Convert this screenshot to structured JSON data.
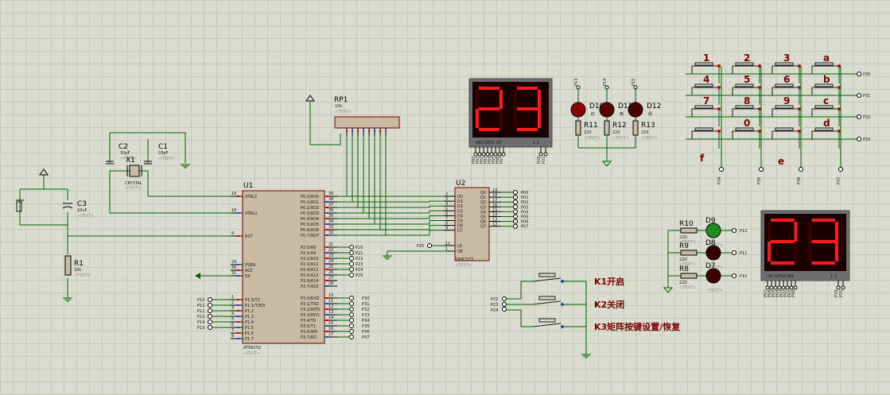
{
  "components": {
    "u1": {
      "ref": "U1",
      "part": "AT89C52",
      "text": "<TEXT>",
      "left_pins": [
        {
          "num": "19",
          "name": "XTAL1"
        },
        {
          "num": "18",
          "name": "XTAL2"
        },
        {
          "num": "9",
          "name": "RST"
        },
        {
          "num": "29",
          "name": "PSEN"
        },
        {
          "num": "30",
          "name": "ALE"
        },
        {
          "num": "31",
          "name": "EA"
        },
        {
          "num": "1",
          "name": "P1.0/T2"
        },
        {
          "num": "2",
          "name": "P1.1/T2EX"
        },
        {
          "num": "3",
          "name": "P1.2"
        },
        {
          "num": "4",
          "name": "P1.3"
        },
        {
          "num": "5",
          "name": "P1.4"
        },
        {
          "num": "6",
          "name": "P1.5"
        },
        {
          "num": "7",
          "name": "P1.6"
        },
        {
          "num": "8",
          "name": "P1.7"
        }
      ],
      "right_pins": [
        {
          "num": "39",
          "name": "P0.0/AD0"
        },
        {
          "num": "38",
          "name": "P0.1/AD1"
        },
        {
          "num": "37",
          "name": "P0.2/AD2"
        },
        {
          "num": "36",
          "name": "P0.3/AD3"
        },
        {
          "num": "35",
          "name": "P0.4/AD4"
        },
        {
          "num": "34",
          "name": "P0.5/AD5"
        },
        {
          "num": "33",
          "name": "P0.6/AD6"
        },
        {
          "num": "32",
          "name": "P0.7/AD7"
        },
        {
          "num": "21",
          "name": "P2.0/A8"
        },
        {
          "num": "22",
          "name": "P2.1/A9"
        },
        {
          "num": "23",
          "name": "P2.2/A10"
        },
        {
          "num": "24",
          "name": "P2.3/A11"
        },
        {
          "num": "25",
          "name": "P2.4/A12"
        },
        {
          "num": "26",
          "name": "P2.5/A13"
        },
        {
          "num": "27",
          "name": "P2.6/A14"
        },
        {
          "num": "28",
          "name": "P2.7/A15"
        },
        {
          "num": "10",
          "name": "P3.0/RXD"
        },
        {
          "num": "11",
          "name": "P3.1/TXD"
        },
        {
          "num": "12",
          "name": "P3.2/INT0"
        },
        {
          "num": "13",
          "name": "P3.3/INT1"
        },
        {
          "num": "14",
          "name": "P3.4/T0"
        },
        {
          "num": "15",
          "name": "P3.5/T1"
        },
        {
          "num": "16",
          "name": "P3.6/WR"
        },
        {
          "num": "17",
          "name": "P3.7/RD"
        }
      ],
      "p1_nets": [
        "P10",
        "P11",
        "P12",
        "P13",
        "P14",
        "P15"
      ],
      "p2_nets": [
        "P20",
        "P21",
        "P22",
        "P23",
        "P24",
        "P25"
      ],
      "p3_nets": [
        "P30",
        "P31",
        "P32",
        "P33",
        "P34",
        "P35",
        "P36",
        "P37"
      ]
    },
    "u2": {
      "ref": "U2",
      "part": "74HC573",
      "text": "<TEXT>",
      "left_pins": [
        {
          "num": "2",
          "name": "D0"
        },
        {
          "num": "3",
          "name": "D1"
        },
        {
          "num": "4",
          "name": "D2"
        },
        {
          "num": "5",
          "name": "D3"
        },
        {
          "num": "6",
          "name": "D4"
        },
        {
          "num": "7",
          "name": "D5"
        },
        {
          "num": "8",
          "name": "D6"
        },
        {
          "num": "9",
          "name": "D7"
        },
        {
          "num": "11",
          "name": "LE"
        },
        {
          "num": "1",
          "name": "OE"
        }
      ],
      "right_pins": [
        {
          "num": "19",
          "name": "Q0"
        },
        {
          "num": "18",
          "name": "Q1"
        },
        {
          "num": "17",
          "name": "Q2"
        },
        {
          "num": "16",
          "name": "Q3"
        },
        {
          "num": "15",
          "name": "Q4"
        },
        {
          "num": "14",
          "name": "Q5"
        },
        {
          "num": "13",
          "name": "Q6"
        },
        {
          "num": "12",
          "name": "Q7"
        }
      ],
      "out_nets": [
        "P00",
        "P01",
        "P02",
        "P03",
        "P04",
        "P05",
        "P06",
        "P07"
      ],
      "le_net": "P25"
    },
    "rp1": {
      "ref": "RP1",
      "value": "10k",
      "text": "<TEXT>"
    },
    "x1": {
      "ref": "X1",
      "part": "CRYSTAL",
      "text": "<TEXT>"
    },
    "c1": {
      "ref": "C1",
      "value": "33pF",
      "text": "<TEXT>"
    },
    "c2": {
      "ref": "C2",
      "value": "33pF",
      "text": "<TEXT>"
    },
    "c3": {
      "ref": "C3",
      "value": "10uF",
      "text": "<TEXT>"
    },
    "r1": {
      "ref": "R1",
      "value": "10k",
      "text": "<TEXT>"
    },
    "display_top": {
      "digits": "23",
      "seg_labels": "ABCDEFG DP",
      "com_labels": "1 2",
      "nets": [
        "P00",
        "P01",
        "P02",
        "P03",
        "P04",
        "P05",
        "P06",
        "P07"
      ],
      "com_nets": [
        "P20",
        "P21"
      ]
    },
    "display_right": {
      "digits": "23",
      "seg_labels": "DP GFEDCBA",
      "com_labels": "1 2",
      "nets": [
        "P07",
        "P06",
        "P05",
        "P04",
        "P03",
        "P02",
        "P01",
        "P00"
      ],
      "com_nets": [
        "P20",
        "P21"
      ]
    },
    "traffic_leds": [
      {
        "ref": "D10",
        "color_label": "红",
        "color": "#8b0000",
        "net": "P13",
        "res": "R11",
        "res_value": "220"
      },
      {
        "ref": "D11",
        "color_label": "黄",
        "color": "#5a0000",
        "net": "P14",
        "res": "R12",
        "res_value": "220"
      },
      {
        "ref": "D12",
        "color_label": "绿",
        "color": "#4a0000",
        "net": "P15",
        "res": "R13",
        "res_value": "220"
      }
    ],
    "side_leds": [
      {
        "ref": "D9",
        "color": "#1e8f1e",
        "res": "R10",
        "res_value": "220",
        "net": "P12"
      },
      {
        "ref": "D8",
        "color": "#3a0000",
        "res": "R9",
        "res_value": "220",
        "net": "P11"
      },
      {
        "ref": "D7",
        "color": "#3a0000",
        "res": "R8",
        "res_value": "220",
        "net": "P10"
      }
    ],
    "keypad": {
      "rows": [
        [
          "1",
          "2",
          "3",
          "a"
        ],
        [
          "4",
          "5",
          "6",
          "b"
        ],
        [
          "7",
          "8",
          "9",
          "c"
        ],
        [
          "",
          "0",
          "",
          "d"
        ]
      ],
      "row_nets": [
        "P30",
        "P31",
        "P32",
        "P33"
      ],
      "col_nets": [
        "P34",
        "P35",
        "P36",
        "P37"
      ],
      "extra_labels": [
        "f",
        "e"
      ]
    },
    "buttons": [
      {
        "net": "P22",
        "label": "K1开启"
      },
      {
        "net": "P23",
        "label": "K2关闭"
      },
      {
        "net": "P24",
        "label": "K3矩阵按键设置/恢复"
      }
    ],
    "tag_text": "<TEXT>"
  },
  "colors": {
    "wire": "#006400",
    "chip_fill": "#c9bba3",
    "chip_border": "#7a0000",
    "segment_on": "#ff1a1a",
    "display_bg": "#6e6e6e",
    "label_red": "#7a0000",
    "grid": "#c5c9b9",
    "background": "#d9dccf"
  }
}
